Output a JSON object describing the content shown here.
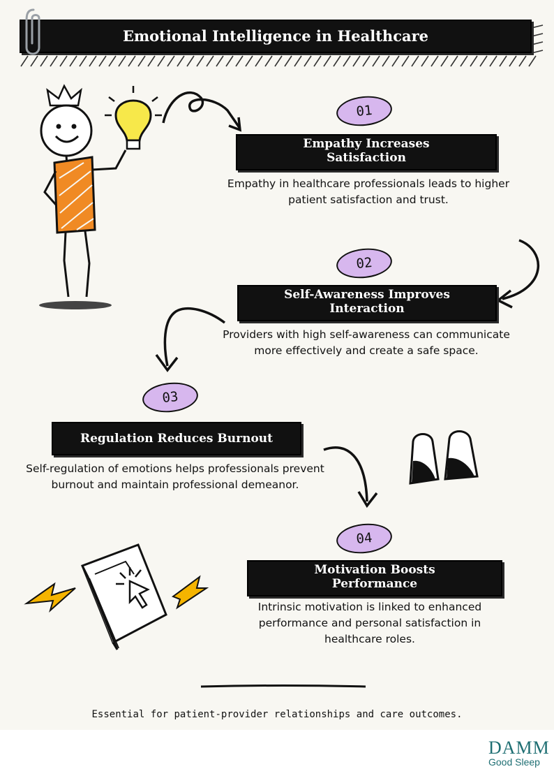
{
  "title": "Emotional Intelligence in Healthcare",
  "steps": [
    {
      "number": "01",
      "heading_line1": "Empathy Increases",
      "heading_line2": "Satisfaction",
      "text": "Empathy in healthcare professionals leads to higher patient satisfaction and trust."
    },
    {
      "number": "02",
      "heading_line1": "Self-Awareness Improves",
      "heading_line2": "Interaction",
      "text": "Providers with high self-awareness can communicate more effectively and create a safe space."
    },
    {
      "number": "03",
      "heading_line1": "Regulation Reduces Burnout",
      "heading_line2": "",
      "text": "Self-regulation of emotions helps professionals prevent burnout and maintain professional demeanor."
    },
    {
      "number": "04",
      "heading_line1": "Motivation Boosts",
      "heading_line2": "Performance",
      "text": "Intrinsic motivation is linked to enhanced performance and personal satisfaction in healthcare roles."
    }
  ],
  "footer": "Essential for patient-provider relationships and care outcomes.",
  "logo": {
    "line1": "DAMM",
    "line2": "Good Sleep"
  },
  "colors": {
    "banner": "#111111",
    "pill": "#d7b7ee",
    "bulb": "#f7e84a",
    "shirt": "#f08a24",
    "bolt": "#f5b400",
    "logo": "#1f6f73",
    "background": "#f8f7f2"
  }
}
